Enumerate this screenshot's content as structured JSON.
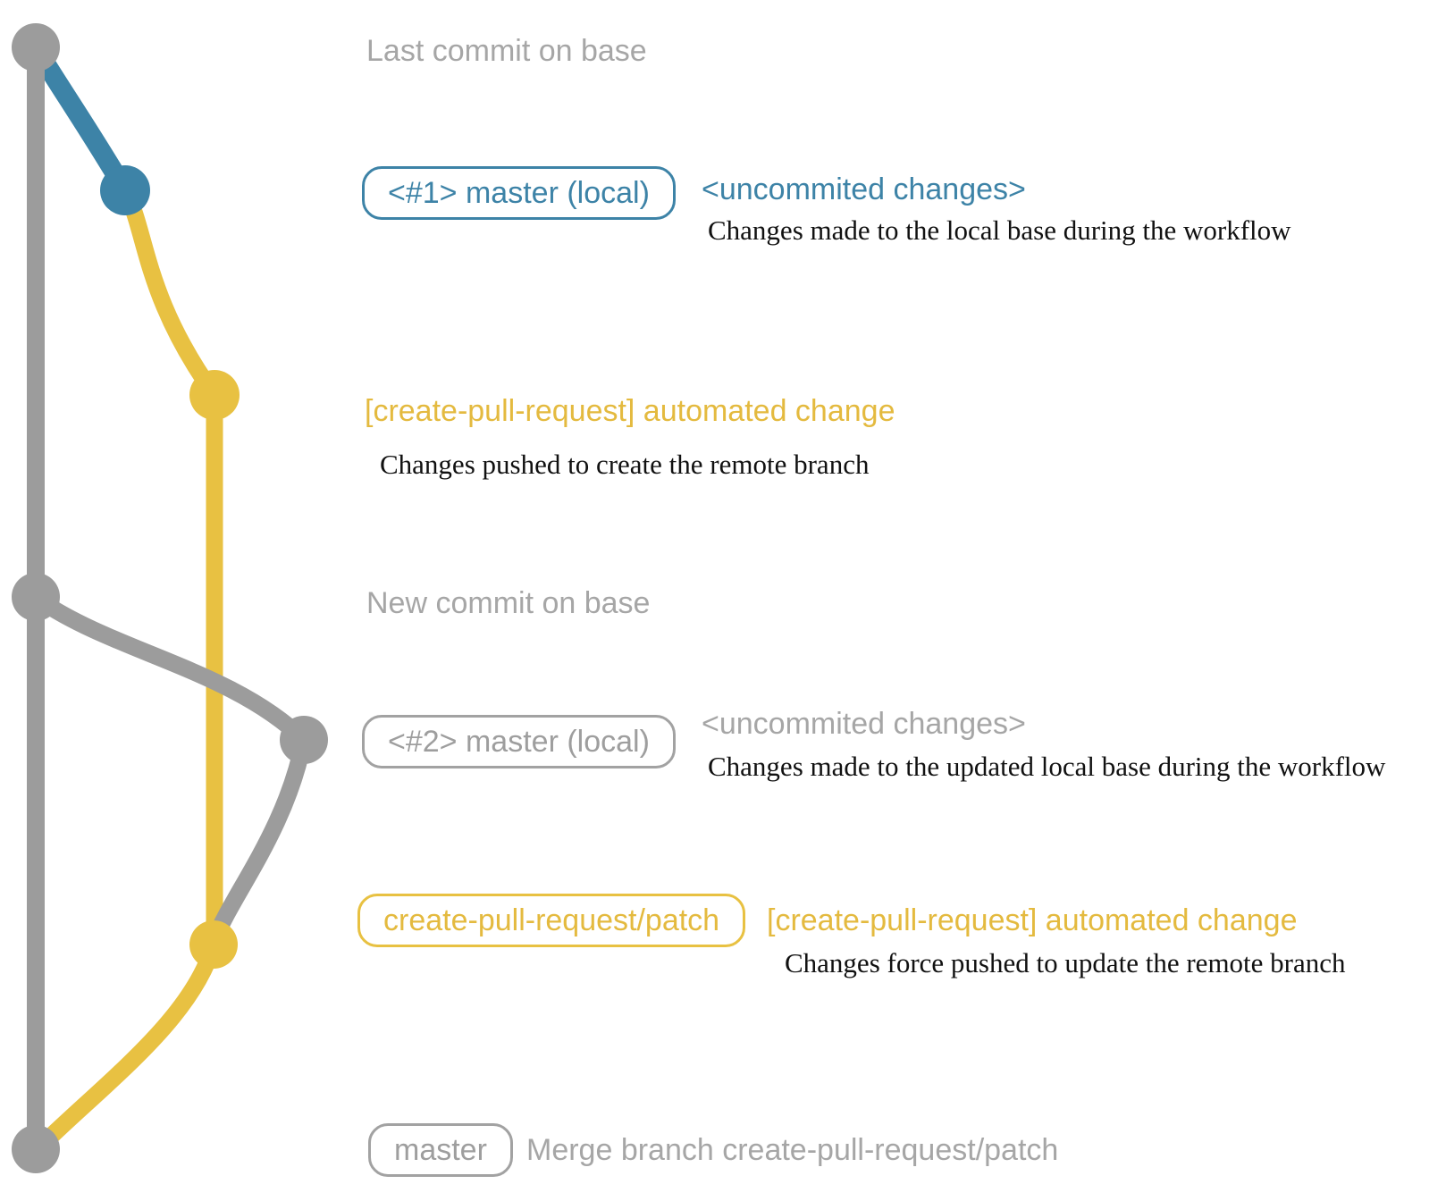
{
  "diagram_title": "create-pull-request action git workflow diagram",
  "colors": {
    "base_branch_gray": "#9c9c9c",
    "local_branch_blue": "#3d83a7",
    "patch_branch_yellow": "#e8c142",
    "muted_label_gray": "#a6a6a6",
    "description_black": "#111111"
  },
  "graph": {
    "branches": [
      {
        "name": "base (master remote)",
        "color": "#9c9c9c"
      },
      {
        "name": "master (local)",
        "color": "#3d83a7"
      },
      {
        "name": "create-pull-request/patch",
        "color": "#e8c142"
      }
    ],
    "commits": [
      {
        "id": "last-commit-on-base",
        "dot_color": "#9c9c9c"
      },
      {
        "id": "local-uncommited-changes-1",
        "dot_color": "#3d83a7"
      },
      {
        "id": "automated-change-push-1",
        "dot_color": "#e8c142"
      },
      {
        "id": "new-commit-on-base",
        "dot_color": "#9c9c9c"
      },
      {
        "id": "local-uncommited-changes-2",
        "dot_color": "#9c9c9c"
      },
      {
        "id": "automated-change-force-push-2",
        "dot_color": "#e8c142"
      },
      {
        "id": "merge-commit",
        "dot_color": "#9c9c9c"
      }
    ]
  },
  "rows": {
    "row1": {
      "label": "Last commit on base"
    },
    "row2": {
      "badge": "<#1> master (local)",
      "title": "<uncommited changes>",
      "desc": "Changes made to the local base during the workflow"
    },
    "row3": {
      "title": "[create-pull-request] automated change",
      "desc": "Changes pushed to create the remote branch"
    },
    "row4": {
      "label": "New commit on base"
    },
    "row5": {
      "badge": "<#2> master (local)",
      "title": "<uncommited changes>",
      "desc": "Changes made to the updated local base during the workflow"
    },
    "row6": {
      "badge": "create-pull-request/patch",
      "title": "[create-pull-request] automated change",
      "desc": "Changes force pushed to update the remote branch"
    },
    "row7": {
      "badge": "master",
      "label": "Merge branch create-pull-request/patch"
    }
  }
}
